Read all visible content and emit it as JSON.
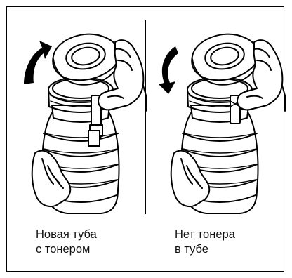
{
  "captions": {
    "left": {
      "line1": "Новая туба",
      "line2": "с тонером"
    },
    "right": {
      "line1": "Нет тонера",
      "line2": "в тубе"
    }
  },
  "illustrations": {
    "left": {
      "subject": "toner-bottle-with-cap",
      "arrow": "curved-arrow-up-icon"
    },
    "right": {
      "subject": "toner-bottle-with-cap",
      "arrow": "curved-arrow-down-icon"
    }
  }
}
